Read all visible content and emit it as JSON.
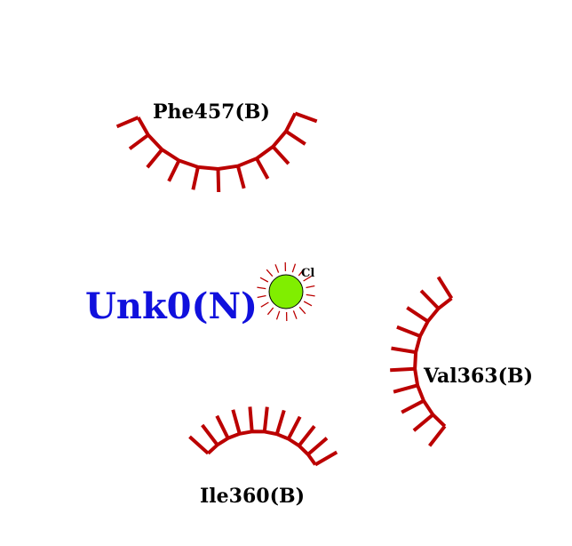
{
  "ligand": {
    "label": "Unk0(N)"
  },
  "atom": {
    "element": "Cl",
    "fill_color": "#80ee00",
    "hydrophobic_color": "#bb0000"
  },
  "residues": [
    {
      "label": "Phe457(B)",
      "color": "#bb0000"
    },
    {
      "label": "Val363(B)",
      "color": "#bb0000"
    },
    {
      "label": "Ile360(B)",
      "color": "#bb0000"
    }
  ]
}
